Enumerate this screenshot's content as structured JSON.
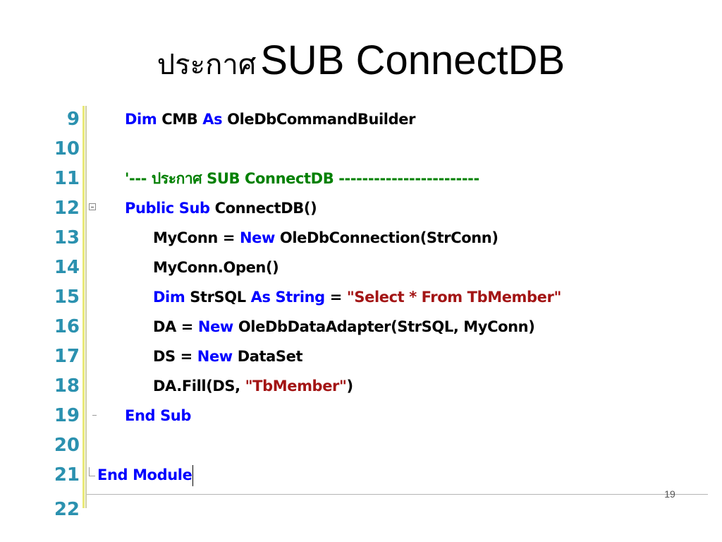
{
  "slide": {
    "title_thai": "ประกาศ",
    "title_en": "SUB ConnectDB",
    "slide_number": "19"
  },
  "code": {
    "lines": [
      {
        "num": "9",
        "segments": [
          [
            "kw",
            "Dim"
          ],
          [
            "txt",
            " CMB "
          ],
          [
            "kw",
            "As"
          ],
          [
            "txt",
            " OleDbCommandBuilder"
          ]
        ]
      },
      {
        "num": "10",
        "segments": []
      },
      {
        "num": "11",
        "segments": [
          [
            "cmt",
            "'--- ประกาศ SUB ConnectDB ------------------------"
          ]
        ]
      },
      {
        "num": "12",
        "segments": [
          [
            "kw",
            "Public"
          ],
          [
            "txt",
            " "
          ],
          [
            "kw",
            "Sub"
          ],
          [
            "txt",
            " ConnectDB()"
          ]
        ]
      },
      {
        "num": "13",
        "segments": [
          [
            "txt",
            "MyConn = "
          ],
          [
            "kw",
            "New"
          ],
          [
            "txt",
            " OleDbConnection(StrConn)"
          ]
        ]
      },
      {
        "num": "14",
        "segments": [
          [
            "txt",
            "MyConn.Open()"
          ]
        ]
      },
      {
        "num": "15",
        "segments": [
          [
            "kw",
            "Dim"
          ],
          [
            "txt",
            " StrSQL "
          ],
          [
            "kw",
            "As"
          ],
          [
            "txt",
            " "
          ],
          [
            "kw",
            "String"
          ],
          [
            "txt",
            " = "
          ],
          [
            "str",
            "\"Select * From TbMember\""
          ]
        ]
      },
      {
        "num": "16",
        "segments": [
          [
            "txt",
            "DA = "
          ],
          [
            "kw",
            "New"
          ],
          [
            "txt",
            " OleDbDataAdapter(StrSQL, MyConn)"
          ]
        ]
      },
      {
        "num": "17",
        "segments": [
          [
            "txt",
            "DS = "
          ],
          [
            "kw",
            "New"
          ],
          [
            "txt",
            " DataSet"
          ]
        ]
      },
      {
        "num": "18",
        "segments": [
          [
            "txt",
            "DA.Fill(DS, "
          ],
          [
            "str",
            "\"TbMember\""
          ],
          [
            "txt",
            ")"
          ]
        ]
      },
      {
        "num": "19",
        "segments": [
          [
            "kw",
            "End"
          ],
          [
            "txt",
            " "
          ],
          [
            "kw",
            "Sub"
          ]
        ]
      },
      {
        "num": "20",
        "segments": []
      },
      {
        "num": "21",
        "segments": [
          [
            "kw",
            "End"
          ],
          [
            "txt",
            " "
          ],
          [
            "kw",
            "Module"
          ]
        ]
      },
      {
        "num": "22",
        "segments": []
      }
    ]
  },
  "colors": {
    "keyword": "#0000ff",
    "string": "#a31515",
    "comment": "#008000",
    "line_number": "#2b91af"
  }
}
